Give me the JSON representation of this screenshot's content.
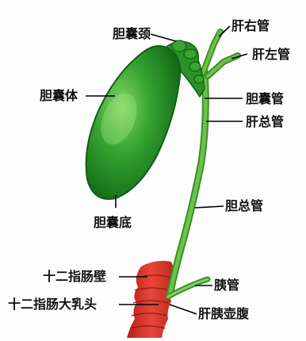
{
  "labels": {
    "gallbladder_neck": "胆囊颈",
    "right_hepatic_duct": "肝右管",
    "left_hepatic_duct": "肝左管",
    "gallbladder_body": "胆囊体",
    "cystic_duct": "胆囊管",
    "common_hepatic_duct": "肝总管",
    "common_bile_duct": "胆总管",
    "gallbladder_fundus": "胆囊底",
    "duodenal_wall": "十二指肠壁",
    "pancreatic_duct": "胰管",
    "major_duodenal_papilla": "十二指肠大乳头",
    "hepatopancreatic_ampulla": "肝胰壶腹"
  },
  "colors": {
    "organ_fill": "#2e9a2b",
    "organ_light": "#7fd35f",
    "organ_dark": "#136915",
    "duct": "#5fb83f",
    "duodenum": "#d8362a",
    "leader_line": "#000000"
  }
}
